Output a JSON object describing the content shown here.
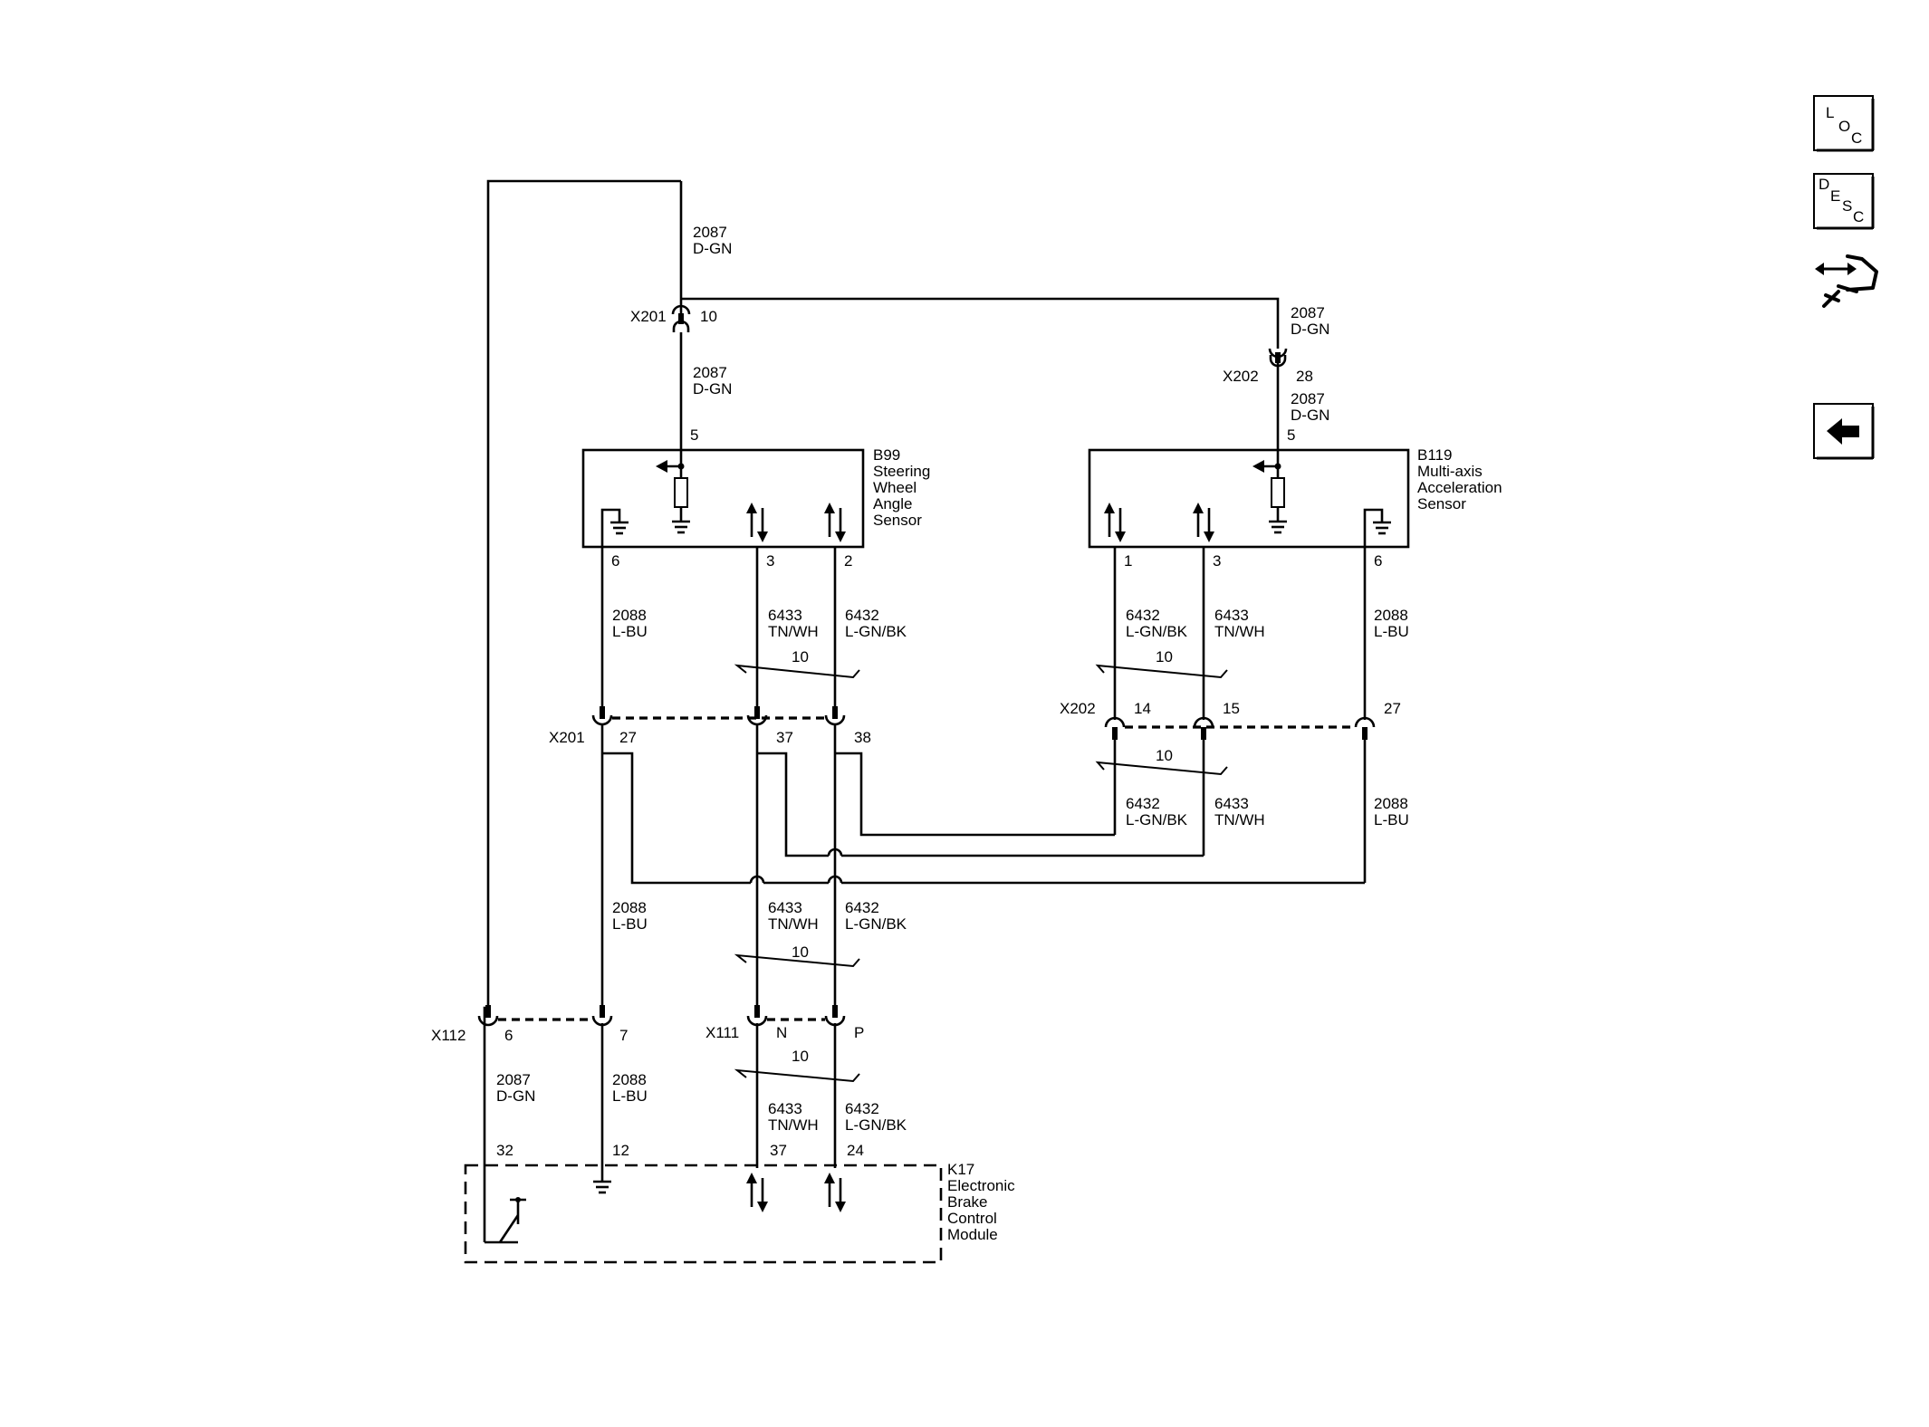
{
  "nav": {
    "loc": [
      "L",
      "O",
      "C"
    ],
    "desc": [
      "D",
      "E",
      "S",
      "C"
    ]
  },
  "components": {
    "b99": [
      "B99",
      "Steering",
      "Wheel",
      "Angle",
      "Sensor"
    ],
    "b119": [
      "B119",
      "Multi-axis",
      "Acceleration",
      "Sensor"
    ],
    "k17": [
      "K17",
      "Electronic",
      "Brake",
      "Control",
      "Module"
    ]
  },
  "connectors": {
    "x201": "X201",
    "x202": "X202",
    "x112": "X112",
    "x111": "X111"
  },
  "pins": {
    "x201_top": "10",
    "x202_top": "28",
    "b99_pwr": "5",
    "b119_pwr": "5",
    "b99_6": "6",
    "b99_3": "3",
    "b99_2": "2",
    "b119_1": "1",
    "b119_3": "3",
    "b119_6": "6",
    "x201_27": "27",
    "x201_37": "37",
    "x201_38": "38",
    "x202_14": "14",
    "x202_15": "15",
    "x202_27": "27",
    "x112_6": "6",
    "x112_7": "7",
    "x111_n": "N",
    "x111_p": "P",
    "k17_32": "32",
    "k17_12": "12",
    "k17_37": "37",
    "k17_24": "24"
  },
  "wires": {
    "w2087": [
      "2087",
      "D-GN"
    ],
    "w2088": [
      "2088",
      "L-BU"
    ],
    "w6433": [
      "6433",
      "TN/WH"
    ],
    "w6432": [
      "6432",
      "L-GN/BK"
    ]
  },
  "twist": "10"
}
